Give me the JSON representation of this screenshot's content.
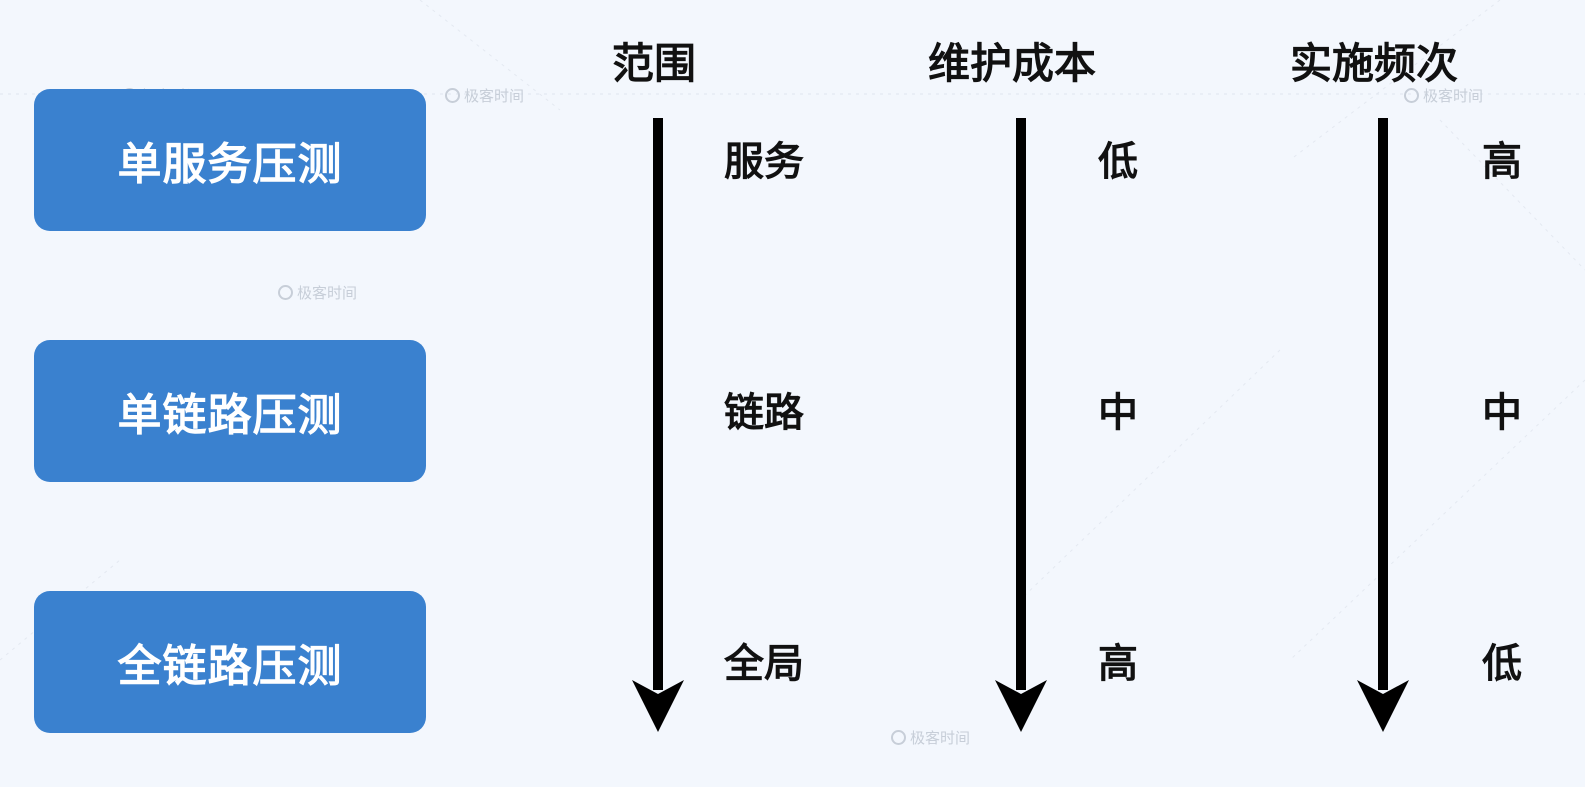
{
  "boxes": [
    {
      "label": "单服务压测"
    },
    {
      "label": "单链路压测"
    },
    {
      "label": "全链路压测"
    }
  ],
  "headers": {
    "scope": "范围",
    "cost": "维护成本",
    "frequency": "实施频次"
  },
  "columns": {
    "scope": [
      "服务",
      "链路",
      "全局"
    ],
    "cost": [
      "低",
      "中",
      "高"
    ],
    "frequency": [
      "高",
      "中",
      "低"
    ]
  },
  "watermark": "极客时间",
  "colors": {
    "box_fill": "#3a81cf",
    "box_text": "#ffffff",
    "text": "#111111",
    "arrow": "#000000",
    "background": "#f3f7fd"
  }
}
